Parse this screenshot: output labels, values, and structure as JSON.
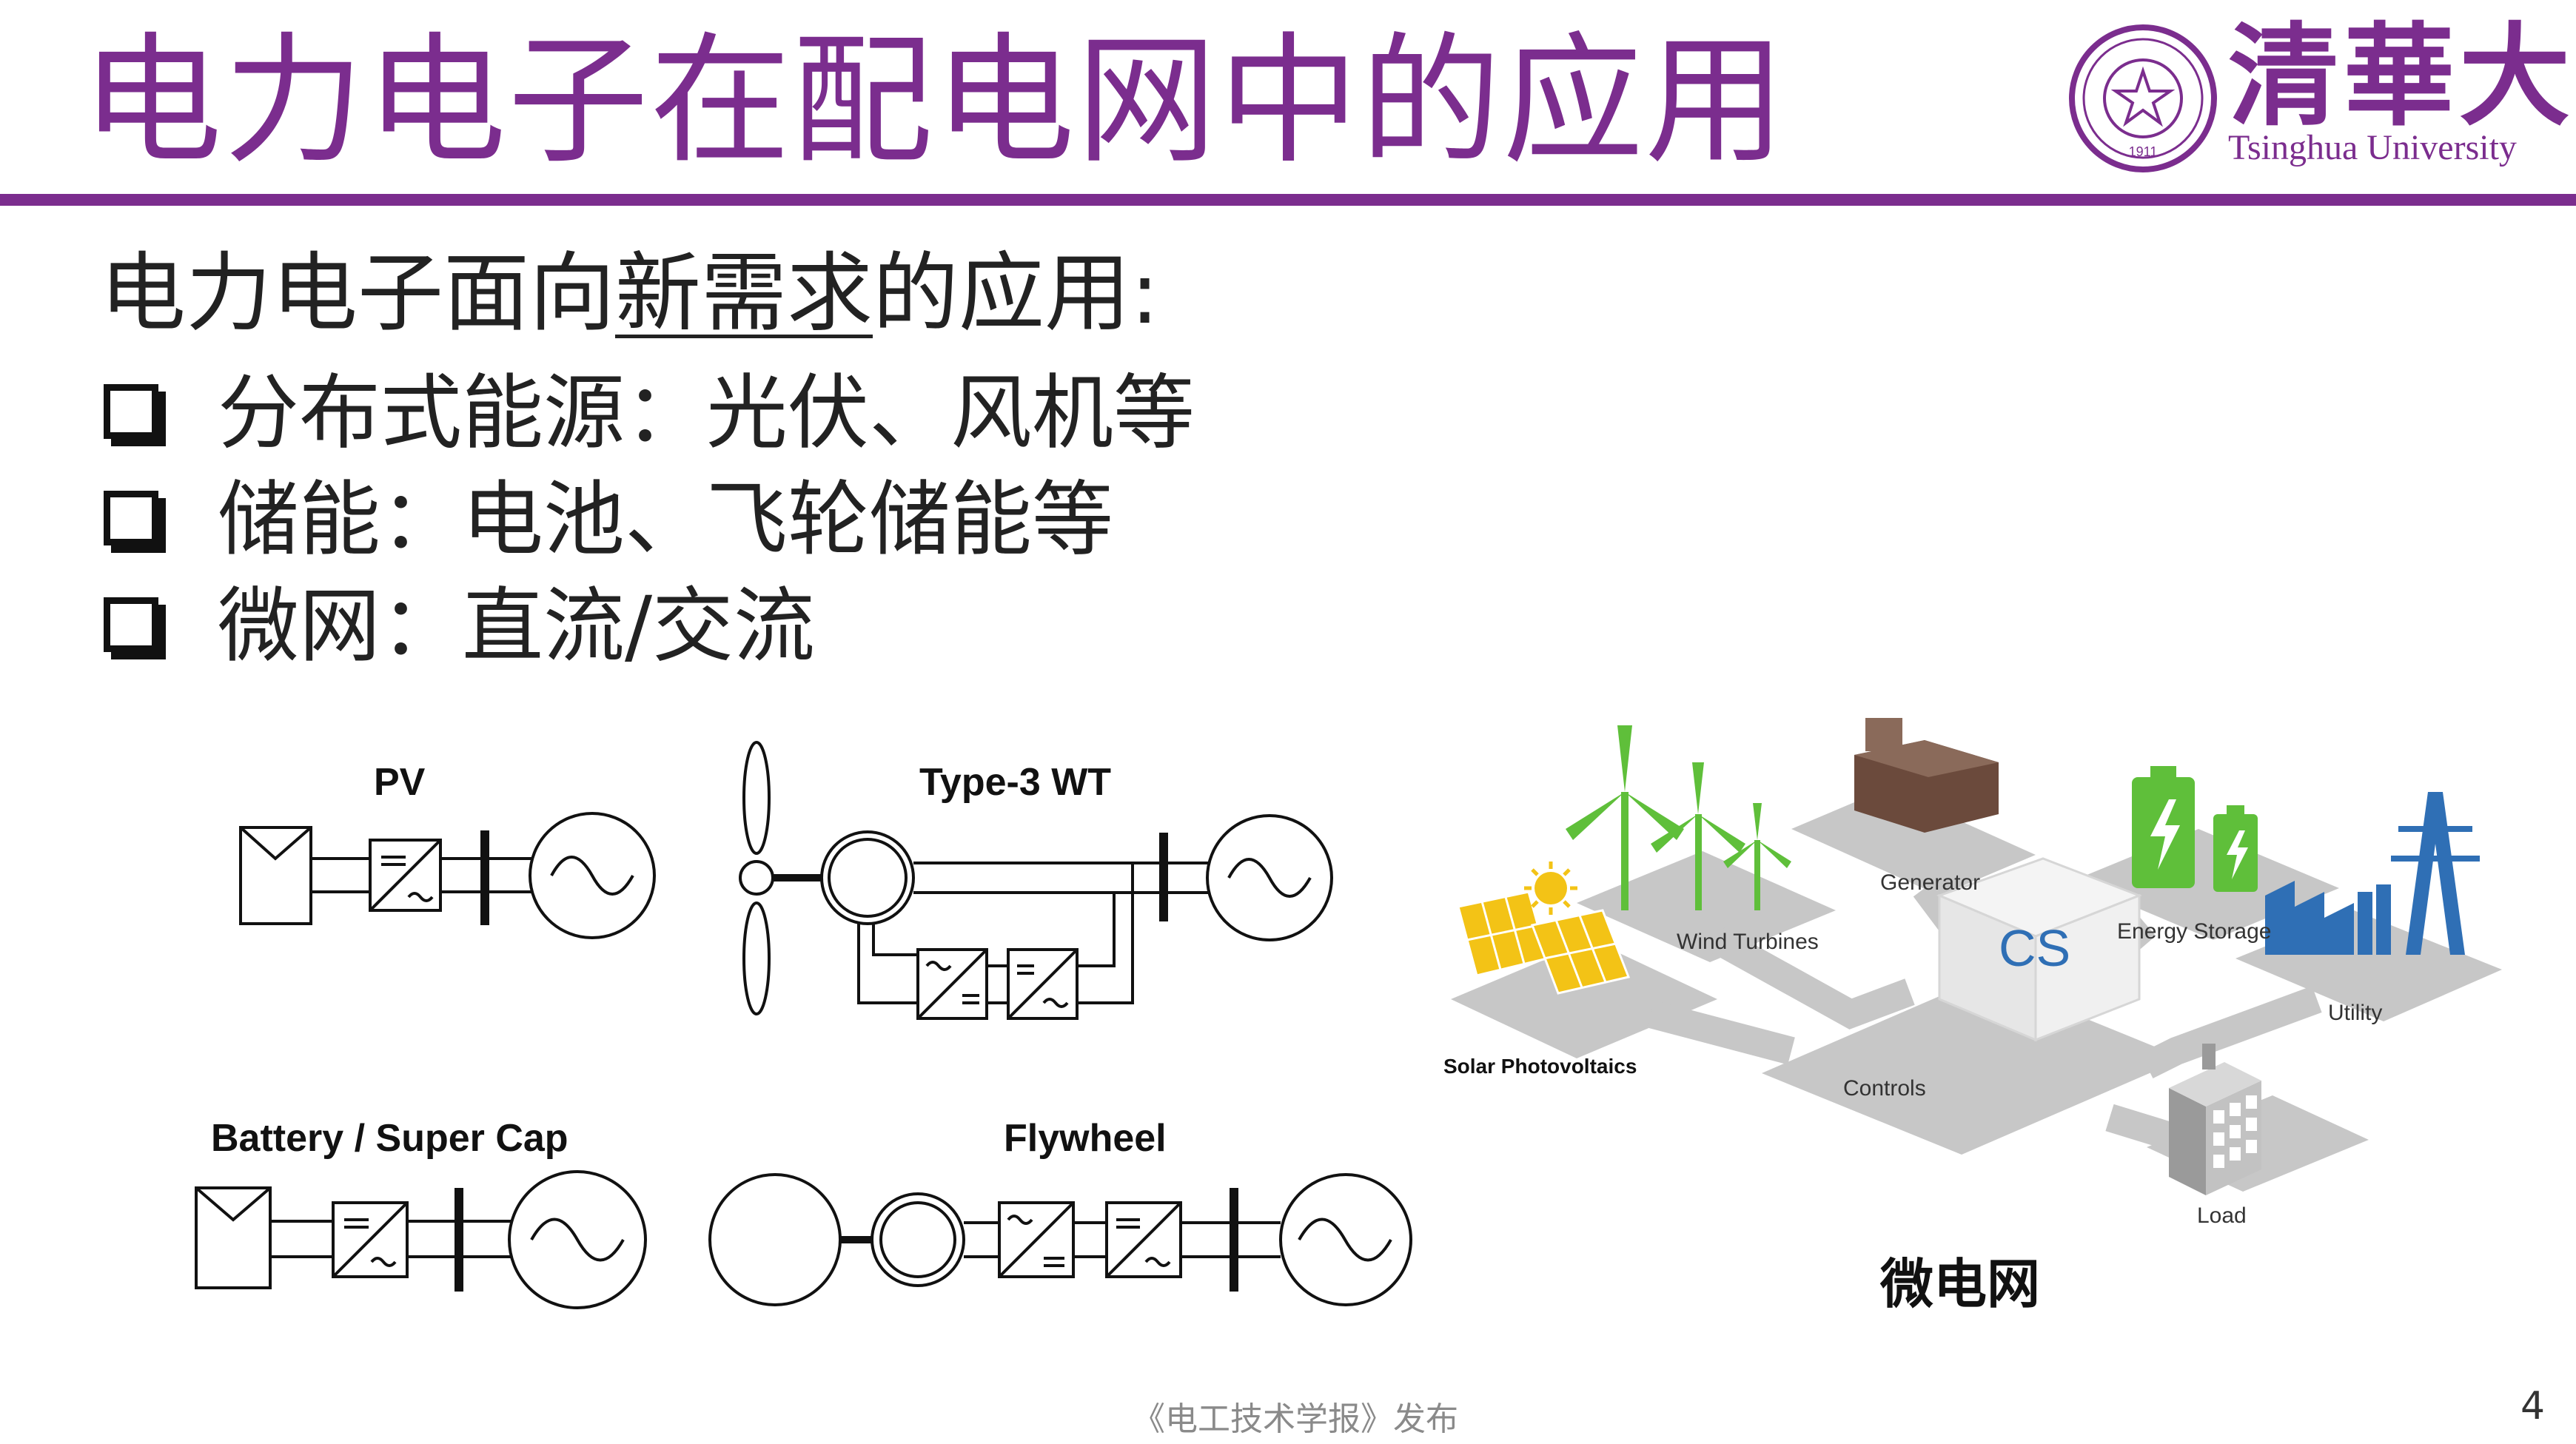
{
  "header": {
    "title": "电力电子在配电网中的应用",
    "logo_cn": "清華大學",
    "logo_en": "Tsinghua University",
    "logo_seal_text": "1911",
    "accent_color": "#7b2d8e"
  },
  "content": {
    "subtitle_pre": "电力电子面向",
    "subtitle_underlined": "新需求",
    "subtitle_post": "的应用:",
    "bullets": [
      "分布式能源：光伏、风机等",
      "储能：电池、飞轮储能等",
      "微网：直流/交流"
    ]
  },
  "diagrams": {
    "pv_label": "PV",
    "wt_label": "Type-3 WT",
    "battery_label": "Battery / Super Cap",
    "flywheel_label": "Flywheel"
  },
  "microgrid": {
    "caption": "微电网",
    "nodes": {
      "generator": "Generator",
      "wind": "Wind Turbines",
      "energy_storage": "Energy Storage",
      "solar": "Solar Photovoltaics",
      "utility": "Utility",
      "controls": "Controls",
      "load": "Load",
      "center_logo": "CS"
    },
    "colors": {
      "green": "#5fbf3a",
      "yellow": "#f3c316",
      "blue": "#2f6fb5",
      "gray": "#b8b8b8",
      "brown": "#6b4a3c"
    }
  },
  "footer": {
    "publisher": "《电工技术学报》发布",
    "page": "4"
  }
}
